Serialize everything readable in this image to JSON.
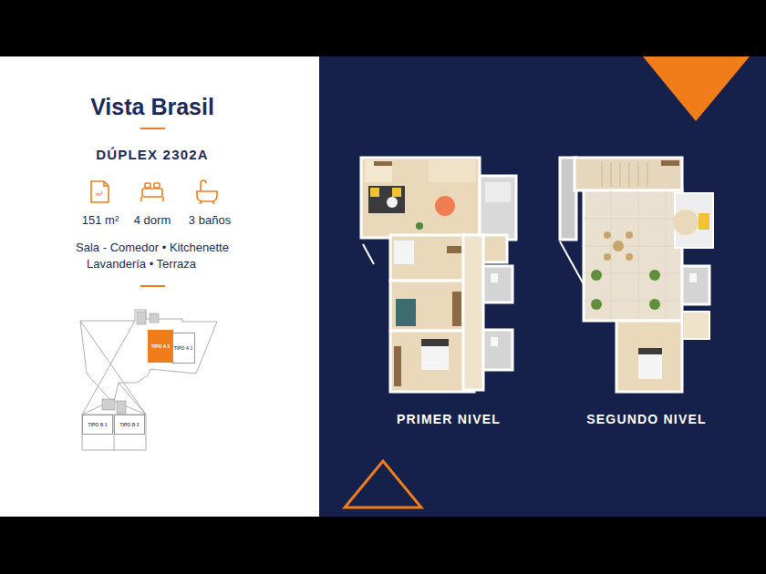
{
  "diagram": {
    "title": "Vista Brasil",
    "nodes": [
      {
        "text": [
          "TIPO A 2"
        ]
      },
      {
        "text": [
          "TIPO A 1"
        ]
      },
      {
        "text": [
          "TIPO B 1"
        ]
      },
      {
        "text": [
          "TIPO B 2"
        ]
      }
    ],
    "labels": [
      "DÚPLEX 2302A",
      "m²",
      "151 m²",
      "4 dorm",
      "3 baños",
      "Sala - Comedor • Kitchenette",
      "Lavandería • Terraza",
      "PRIMER NIVEL",
      "SEGUNDO NIVEL"
    ]
  }
}
